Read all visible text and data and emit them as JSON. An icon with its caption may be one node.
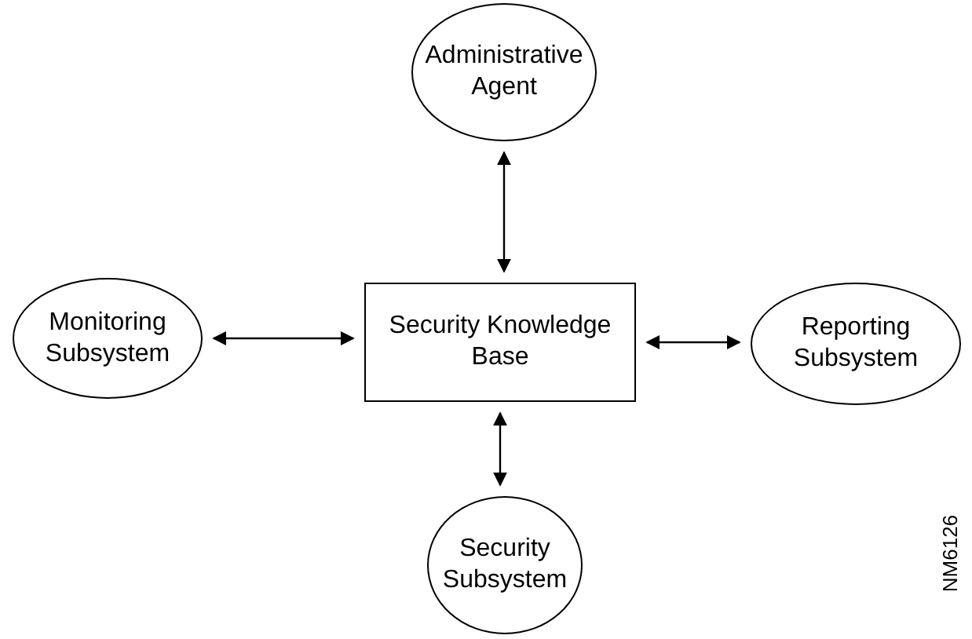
{
  "diagram": {
    "nodes": [
      {
        "text": [
          "Administrative Agent"
        ]
      },
      {
        "text": [
          "Monitoring Subsystem"
        ]
      },
      {
        "text": [
          "Security Knowledge Base"
        ]
      },
      {
        "text": [
          "Reporting Subsystem"
        ]
      },
      {
        "text": [
          "Security Subsystem"
        ]
      }
    ],
    "edges": [
      {
        "from": 0,
        "to": 2,
        "arrow": "both"
      },
      {
        "from": 1,
        "to": 2,
        "arrow": "both"
      },
      {
        "from": 2,
        "to": 3,
        "arrow": "both"
      },
      {
        "from": 2,
        "to": 4,
        "arrow": "both"
      }
    ],
    "labels": [
      "NM6126"
    ]
  }
}
